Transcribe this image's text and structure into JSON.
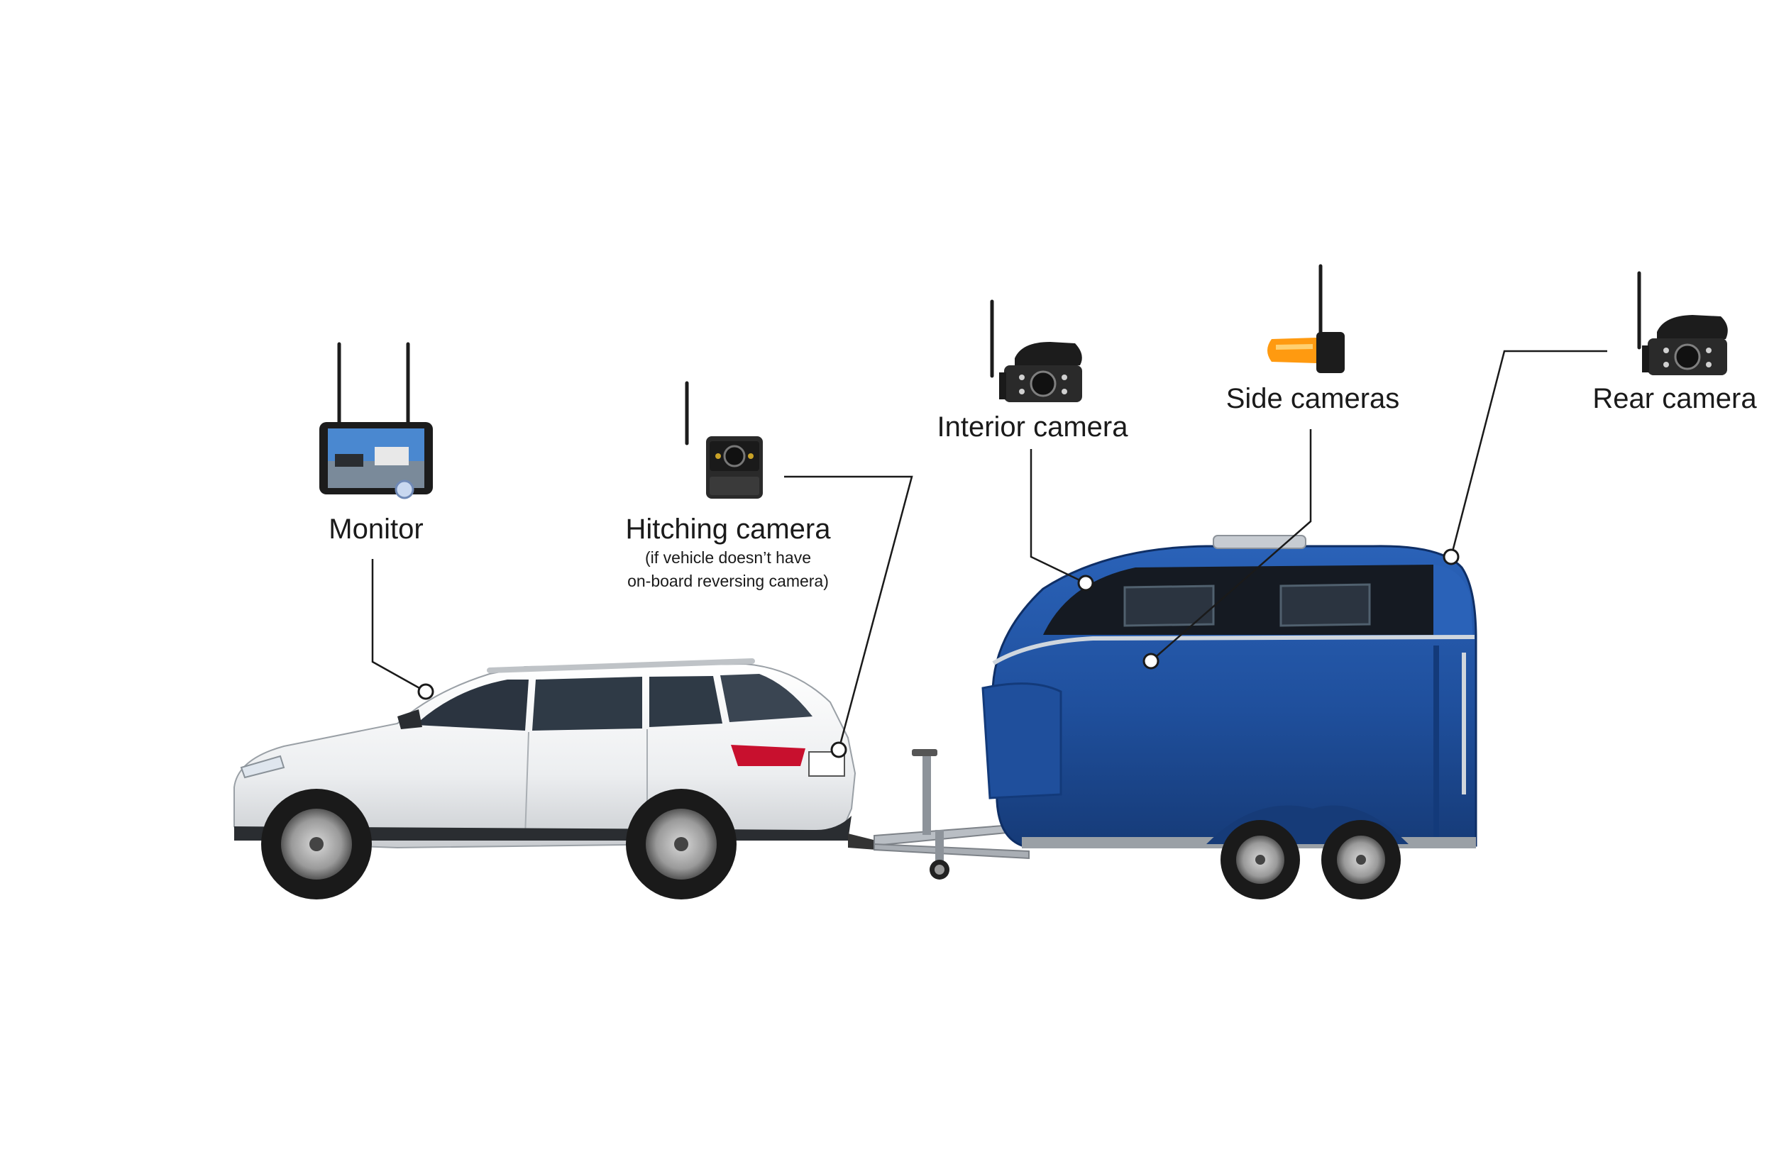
{
  "labels": {
    "monitor": "Monitor",
    "hitching_camera": "Hitching camera",
    "hitching_note_line1": "(if vehicle doesn’t have",
    "hitching_note_line2": "on-board reversing camera)",
    "interior_camera": "Interior camera",
    "side_cameras": "Side cameras",
    "rear_camera": "Rear camera"
  },
  "colors": {
    "background": "#ffffff",
    "text": "#1a1a1a",
    "leader_line": "#1a1a1a",
    "car_body": "#f2f3f4",
    "trailer_body": "#1f4f9c",
    "trailer_window": "#151a22",
    "device_black": "#1c1c1c",
    "side_light_amber": "#ff9a10",
    "screen_sky": "#4a88d0"
  },
  "icons": {
    "monitor": "wireless-monitor-icon",
    "hitching": "hitching-camera-icon",
    "interior": "interior-camera-icon",
    "side": "side-camera-icon",
    "rear": "rear-camera-icon"
  }
}
